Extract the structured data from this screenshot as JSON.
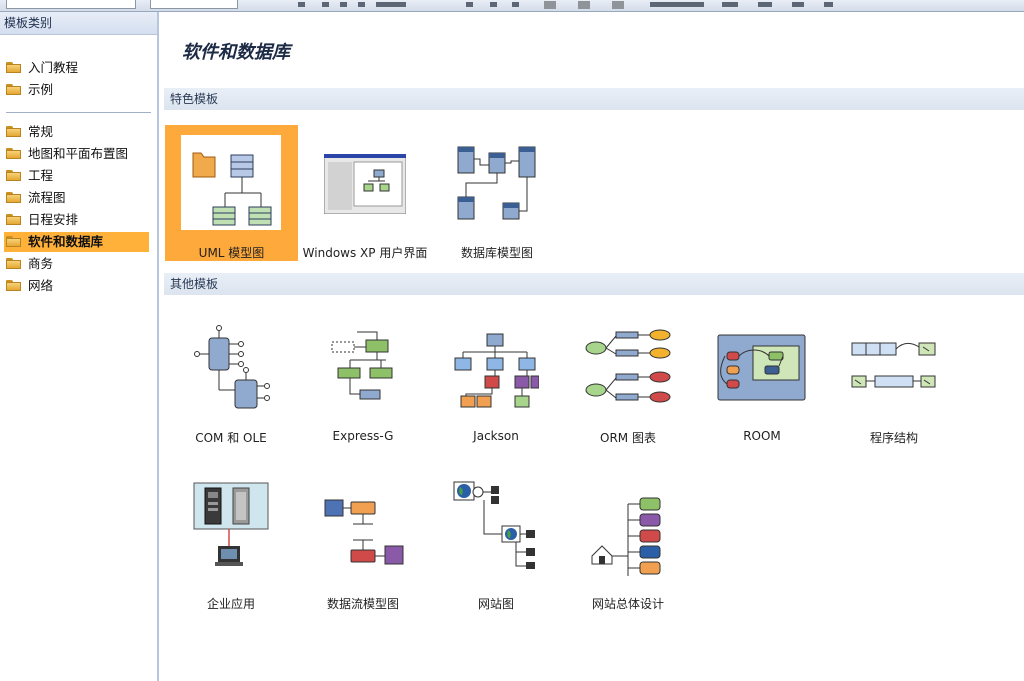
{
  "left_pane": {
    "title": "模板类别",
    "categories": [
      {
        "label": "入门教程"
      },
      {
        "label": "示例"
      },
      {
        "label": "常规"
      },
      {
        "label": "地图和平面布置图"
      },
      {
        "label": "工程"
      },
      {
        "label": "流程图"
      },
      {
        "label": "日程安排"
      },
      {
        "label": "软件和数据库",
        "selected": true
      },
      {
        "label": "商务"
      },
      {
        "label": "网络"
      }
    ]
  },
  "main": {
    "title": "软件和数据库",
    "featured_section": "特色模板",
    "other_section": "其他模板",
    "featured": [
      {
        "label": "UML 模型图",
        "selected": true,
        "icon": "uml-icon"
      },
      {
        "label": "Windows XP 用户界面",
        "icon": "windows-xp-ui-icon"
      },
      {
        "label": "数据库模型图",
        "icon": "database-model-icon"
      }
    ],
    "other": [
      {
        "label": "COM 和 OLE",
        "icon": "com-ole-icon"
      },
      {
        "label": "Express-G",
        "icon": "express-g-icon"
      },
      {
        "label": "Jackson",
        "icon": "jackson-icon"
      },
      {
        "label": "ORM 图表",
        "icon": "orm-icon"
      },
      {
        "label": "ROOM",
        "icon": "room-icon"
      },
      {
        "label": "程序结构",
        "icon": "program-structure-icon"
      },
      {
        "label": "企业应用",
        "icon": "enterprise-app-icon"
      },
      {
        "label": "数据流模型图",
        "icon": "data-flow-icon"
      },
      {
        "label": "网站图",
        "icon": "web-site-map-icon"
      },
      {
        "label": "网站总体设计",
        "icon": "web-site-design-icon"
      }
    ]
  },
  "colors": {
    "selection": "#fea93b",
    "section_bar": "#e3eaf3",
    "accent_blue": "#8fa9cf"
  }
}
